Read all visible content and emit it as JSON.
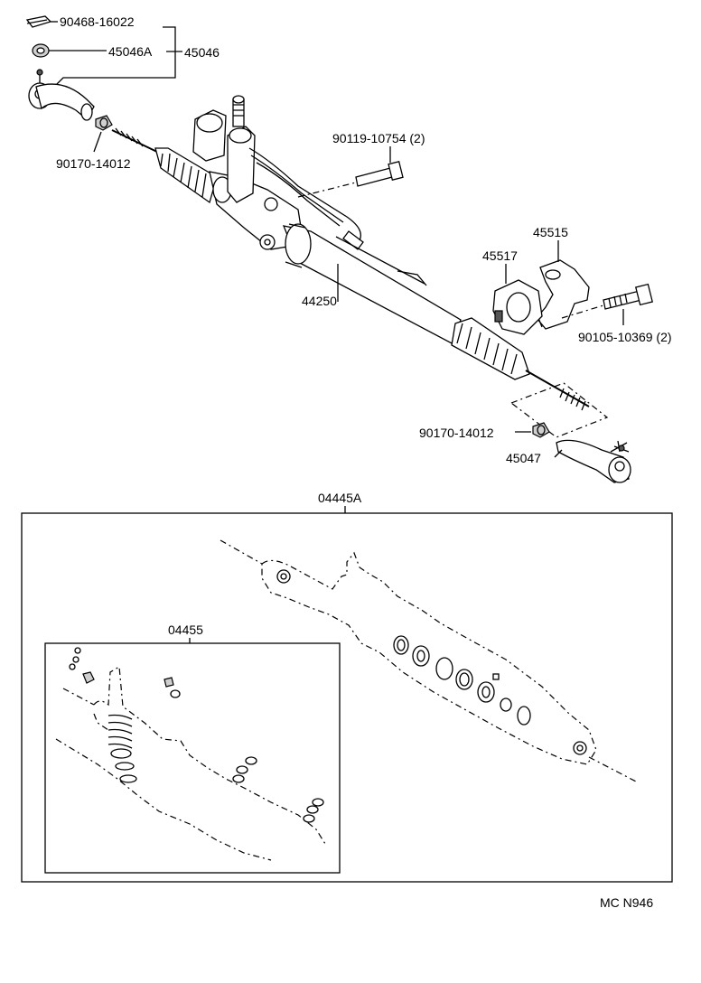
{
  "parts": {
    "p90468_16022": "90468-16022",
    "p45046A": "45046A",
    "p45046": "45046",
    "p90170_14012_top": "90170-14012",
    "p90119_10754": "90119-10754 (2)",
    "p45515": "45515",
    "p45517": "45517",
    "p44250": "44250",
    "p90105_10369": "90105-10369 (2)",
    "p90170_14012_bottom": "90170-14012",
    "p45047": "45047",
    "p04445A": "04445A",
    "p04455": "04455"
  },
  "footer": {
    "code": "MC N946"
  }
}
